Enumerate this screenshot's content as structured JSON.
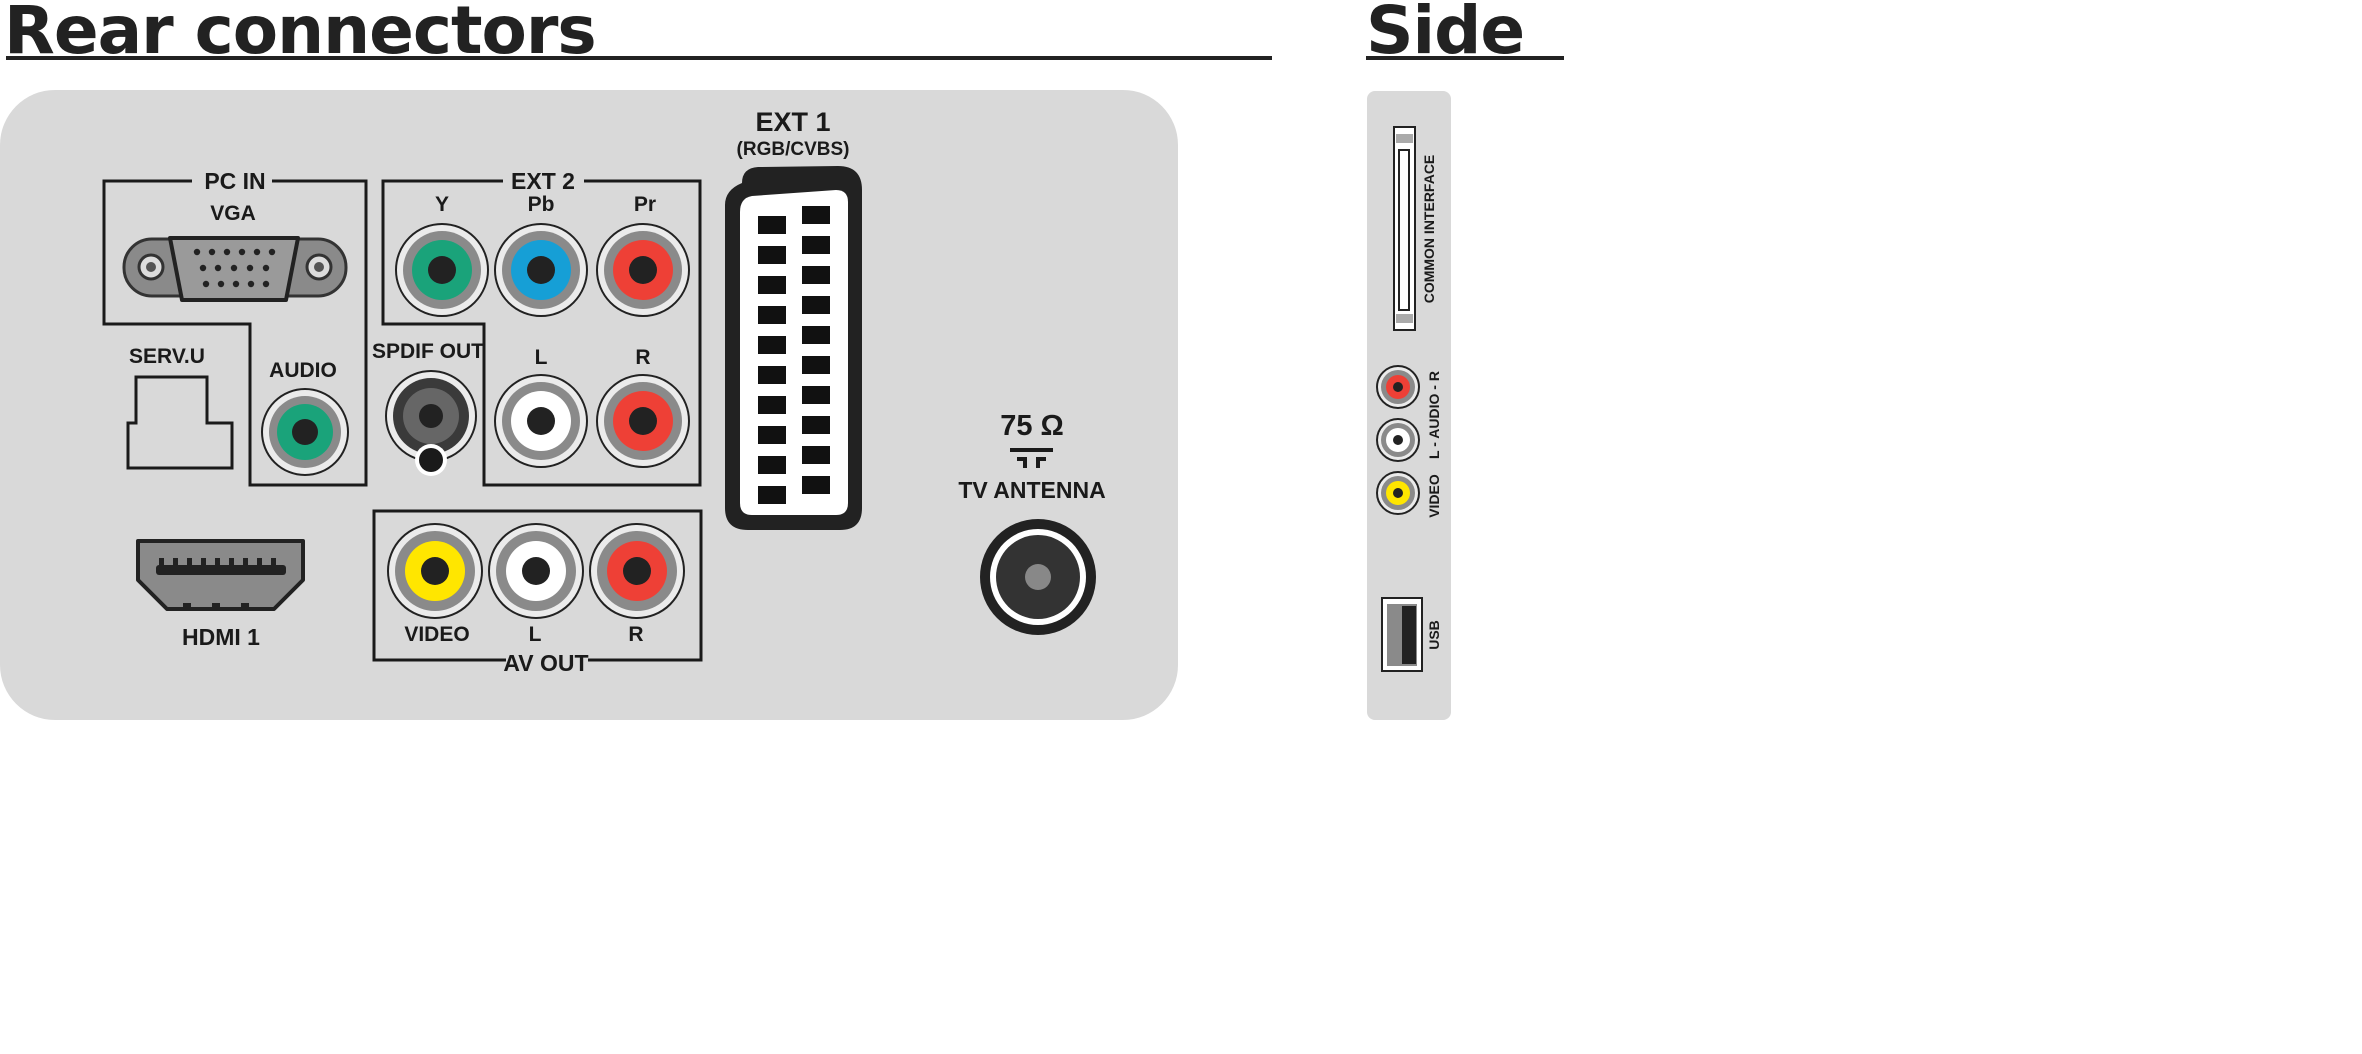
{
  "headings": {
    "rear": "Rear connectors",
    "side": "Side"
  },
  "rear": {
    "pc_in": {
      "title": "PC IN",
      "vga": "VGA",
      "audio": "AUDIO"
    },
    "serv_u": "SERV.U",
    "hdmi": "HDMI 1",
    "ext2": {
      "title": "EXT 2",
      "y": "Y",
      "pb": "Pb",
      "pr": "Pr",
      "l": "L",
      "r": "R"
    },
    "spdif": "SPDIF OUT",
    "av_out": {
      "title": "AV OUT",
      "video": "VIDEO",
      "l": "L",
      "r": "R"
    },
    "ext1": {
      "title": "EXT 1",
      "subtitle": "(RGB/CVBS)"
    },
    "antenna": {
      "impedance": "75 Ω",
      "label": "TV ANTENNA"
    }
  },
  "side": {
    "common_interface": "COMMON INTERFACE",
    "audio": "L - AUDIO - R",
    "video": "VIDEO",
    "usb": "USB"
  },
  "colors": {
    "panel": "#d9d9d9",
    "green": "#1aa37a",
    "blue": "#169fd6",
    "red": "#ee4036",
    "white": "#ffffff",
    "yellow": "#ffe600",
    "connector_dark": "#2a2a2a"
  }
}
